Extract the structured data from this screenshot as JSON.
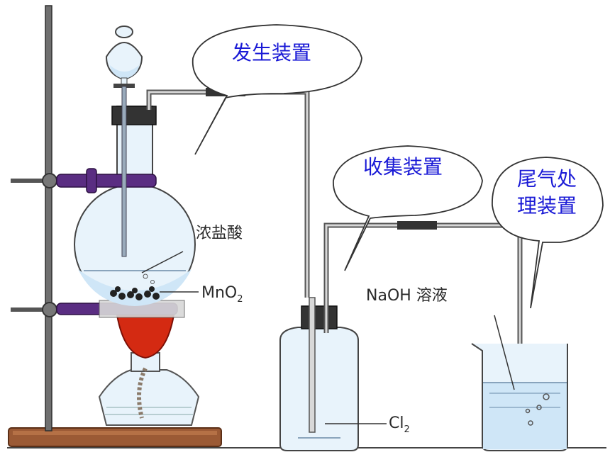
{
  "callouts": {
    "generator": "发生装置",
    "collector": "收集装置",
    "tail_line1": "尾气处",
    "tail_line2": "理装置"
  },
  "labels": {
    "acid": "浓盐酸",
    "mno2_main": "MnO",
    "mno2_sub": "2",
    "naoh": "NaOH 溶液",
    "cl2_main": "Cl",
    "cl2_sub": "2"
  },
  "colors": {
    "callout_text": "#1a1ad6",
    "liquid": "#cfe6f7",
    "glass": "#e8f3fb",
    "clamp": "#5a2d82",
    "flame": "#d42a12",
    "base": "#9b5a35"
  }
}
